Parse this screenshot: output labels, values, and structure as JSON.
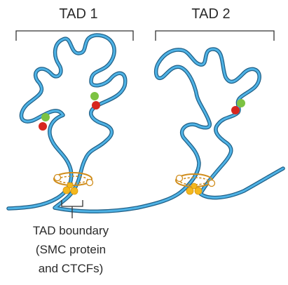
{
  "tad_labels": [
    "TAD 1",
    "TAD 2"
  ],
  "boundary_label_lines": [
    "TAD boundary",
    "(SMC protein",
    "and CTCFs)"
  ],
  "colors": {
    "chromatin_outline": "#1f5f86",
    "chromatin_fill": "#4fb3e6",
    "smc_ring": "#d08d1c",
    "ctcf": "#f4b81d",
    "marker_green": "#7cc242",
    "marker_red": "#d7261e",
    "text": "#2a2a2a"
  }
}
